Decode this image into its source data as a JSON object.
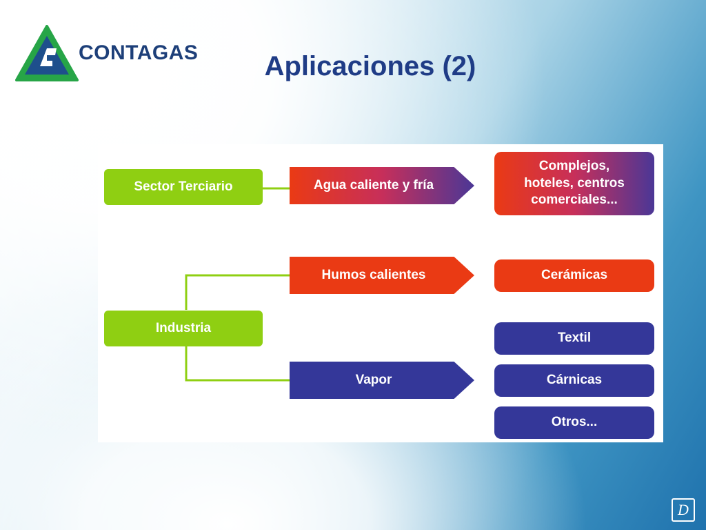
{
  "logo": {
    "brand": "CONTAGAS",
    "colors": {
      "outer": "#27a547",
      "inner": "#1e4f8c"
    }
  },
  "title": "Aplicaciones (2)",
  "diagram": {
    "sources": [
      {
        "id": "terciario",
        "label": "Sector Terciario"
      },
      {
        "id": "industria",
        "label": "Industria"
      }
    ],
    "uses": [
      {
        "id": "agua",
        "label": "Agua caliente y fría",
        "color": "gradient-red-blue"
      },
      {
        "id": "humos",
        "label": "Humos calientes",
        "color": "#ea3a14"
      },
      {
        "id": "vapor",
        "label": "Vapor",
        "color": "#343799"
      }
    ],
    "applications": [
      {
        "id": "complejos",
        "label": "Complejos, hoteles, centros comerciales...",
        "lines": [
          "Complejos,",
          "hoteles, centros",
          "comerciales..."
        ]
      },
      {
        "id": "ceramicas",
        "label": "Cerámicas"
      },
      {
        "id": "textil",
        "label": "Textil"
      },
      {
        "id": "carnicas",
        "label": "Cárnicas"
      },
      {
        "id": "otros",
        "label": "Otros..."
      }
    ],
    "links": [
      [
        "terciario",
        "agua"
      ],
      [
        "industria",
        "humos"
      ],
      [
        "industria",
        "vapor"
      ],
      [
        "agua",
        "complejos"
      ],
      [
        "humos",
        "ceramicas"
      ],
      [
        "vapor",
        "textil"
      ],
      [
        "vapor",
        "carnicas"
      ],
      [
        "vapor",
        "otros"
      ]
    ],
    "colors": {
      "green": "#8fcf12",
      "red": "#ea3a14",
      "blue": "#343799"
    }
  },
  "corner_icon": "document-d-icon"
}
